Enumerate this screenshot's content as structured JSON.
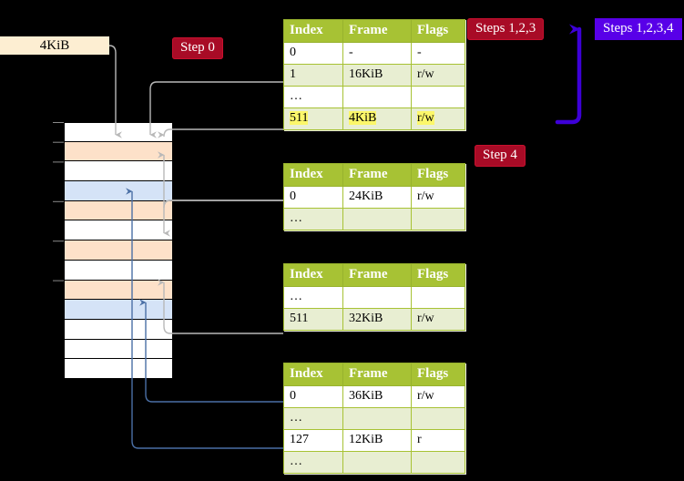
{
  "diagram": {
    "title": "Multi-level page table walk",
    "background": "#000000",
    "accent_green": "#a7c234",
    "accent_red": "#a80b26",
    "accent_blue": "#5800e8",
    "highlight_yellow": "#fcf76a",
    "peach_row": "#fde1c9",
    "blue_row": "#d5e3f7"
  },
  "labels": {
    "size_label": "4KiB",
    "step0": "Step 0",
    "step4": "Step 4",
    "steps123": "Steps 1,2,3",
    "steps1234": "Steps 1,2,3,4"
  },
  "memory": {
    "name": "physical-memory-column",
    "rows": [
      {
        "index": 0,
        "fill": "white",
        "tick": true
      },
      {
        "index": 1,
        "fill": "peach",
        "tick": true
      },
      {
        "index": 2,
        "fill": "white",
        "tick": true
      },
      {
        "index": 3,
        "fill": "blue",
        "tick": false
      },
      {
        "index": 4,
        "fill": "peach",
        "tick": true
      },
      {
        "index": 5,
        "fill": "white",
        "tick": false
      },
      {
        "index": 6,
        "fill": "peach",
        "tick": true
      },
      {
        "index": 7,
        "fill": "white",
        "tick": false
      },
      {
        "index": 8,
        "fill": "peach",
        "tick": true
      },
      {
        "index": 9,
        "fill": "blue",
        "tick": false
      },
      {
        "index": 10,
        "fill": "white",
        "tick": false
      },
      {
        "index": 11,
        "fill": "white",
        "tick": false
      },
      {
        "index": 12,
        "fill": "white",
        "tick": false
      }
    ]
  },
  "tables": [
    {
      "id": "pml4-table",
      "headers": [
        "Index",
        "Frame",
        "Flags"
      ],
      "rows": [
        {
          "cells": [
            "0",
            "-",
            "-"
          ],
          "alt": false,
          "highlight": false
        },
        {
          "cells": [
            "1",
            "16KiB",
            "r/w"
          ],
          "alt": true,
          "highlight": false
        },
        {
          "cells": [
            "…",
            "",
            ""
          ],
          "alt": false,
          "highlight": false
        },
        {
          "cells": [
            "511",
            "4KiB",
            "r/w"
          ],
          "alt": true,
          "highlight": true
        }
      ]
    },
    {
      "id": "pdp-table",
      "headers": [
        "Index",
        "Frame",
        "Flags"
      ],
      "rows": [
        {
          "cells": [
            "0",
            "24KiB",
            "r/w"
          ],
          "alt": false,
          "highlight": false
        },
        {
          "cells": [
            "…",
            "",
            ""
          ],
          "alt": true,
          "highlight": false
        }
      ]
    },
    {
      "id": "pd-table",
      "headers": [
        "Index",
        "Frame",
        "Flags"
      ],
      "rows": [
        {
          "cells": [
            "…",
            "",
            ""
          ],
          "alt": false,
          "highlight": false
        },
        {
          "cells": [
            "511",
            "32KiB",
            "r/w"
          ],
          "alt": true,
          "highlight": false
        }
      ]
    },
    {
      "id": "pt-table",
      "headers": [
        "Index",
        "Frame",
        "Flags"
      ],
      "rows": [
        {
          "cells": [
            "0",
            "36KiB",
            "r/w"
          ],
          "alt": false,
          "highlight": false
        },
        {
          "cells": [
            "…",
            "",
            ""
          ],
          "alt": true,
          "highlight": false
        },
        {
          "cells": [
            "127",
            "12KiB",
            "r"
          ],
          "alt": false,
          "highlight": false
        },
        {
          "cells": [
            "…",
            "",
            ""
          ],
          "alt": true,
          "highlight": false
        }
      ]
    }
  ]
}
